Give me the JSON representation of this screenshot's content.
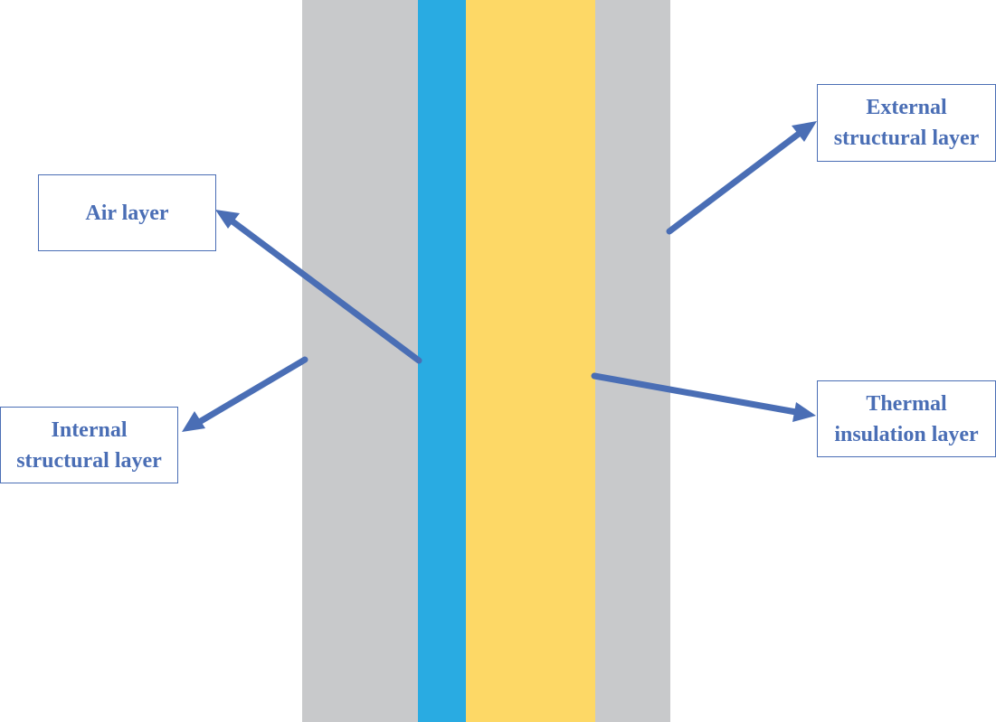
{
  "colors": {
    "structural": "#c8c9cb",
    "air": "#29abe2",
    "insulation": "#fdd866",
    "accent": "#4a6eb5"
  },
  "labels": {
    "air": [
      "Air layer"
    ],
    "internal": [
      "Internal",
      "structural layer"
    ],
    "external": [
      "External",
      "structural layer"
    ],
    "thermal": [
      "Thermal",
      "insulation layer"
    ]
  }
}
